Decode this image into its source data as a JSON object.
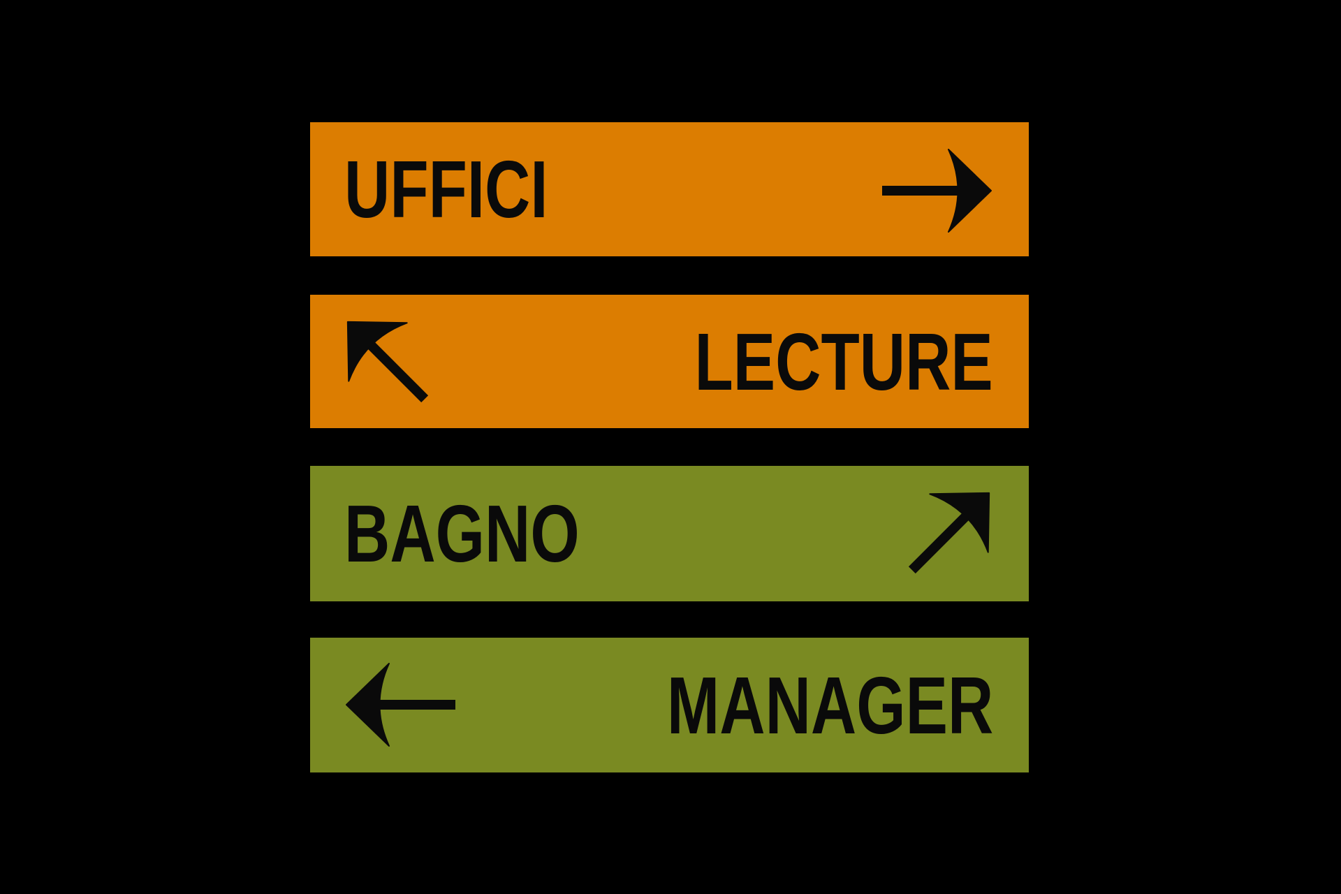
{
  "background": "#000000",
  "ink": "#0a0a0a",
  "signs": [
    {
      "label": "UFFICI",
      "color": "#dc7d01",
      "arrow_direction": "right",
      "arrow_icon": "arrow-right-icon"
    },
    {
      "label": "LECTURE",
      "color": "#dc7d01",
      "arrow_direction": "up-left",
      "arrow_icon": "arrow-up-left-icon"
    },
    {
      "label": "BAGNO",
      "color": "#7a8a22",
      "arrow_direction": "up-right",
      "arrow_icon": "arrow-up-right-icon"
    },
    {
      "label": "MANAGER",
      "color": "#7a8a22",
      "arrow_direction": "left",
      "arrow_icon": "arrow-left-icon"
    }
  ]
}
